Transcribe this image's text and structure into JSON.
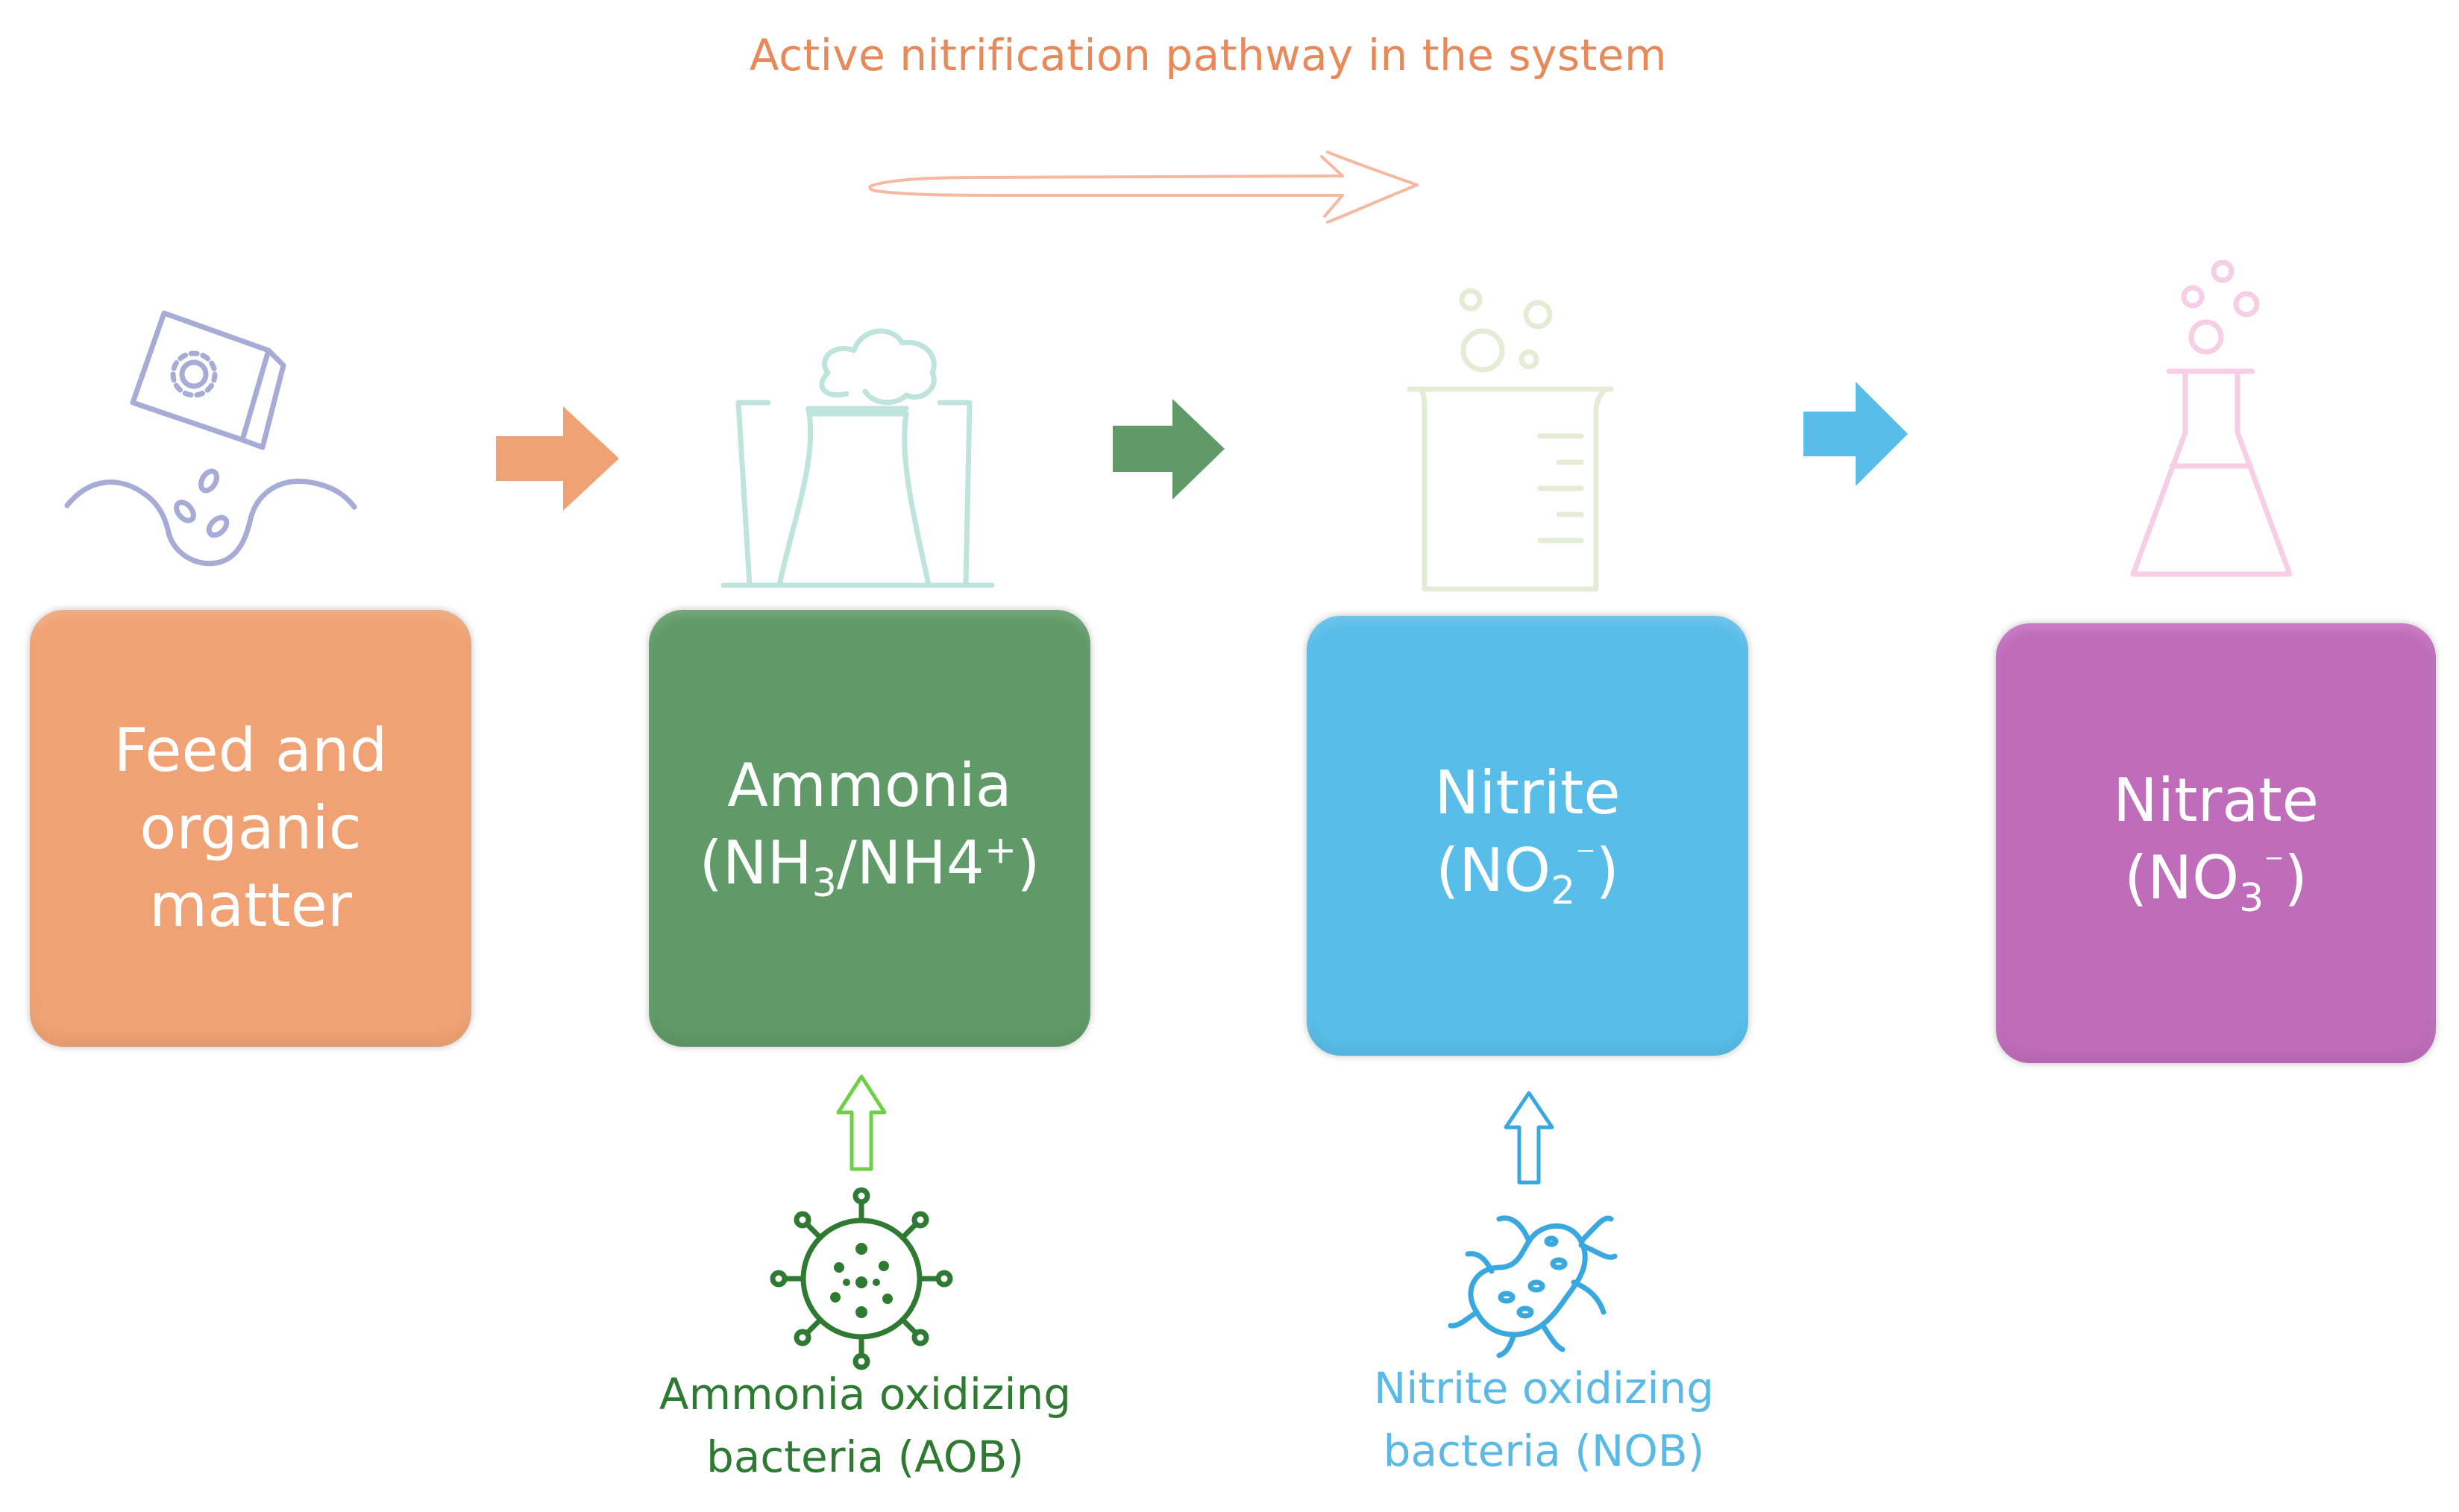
{
  "header": {
    "title": "Active nitrification pathway  in the system"
  },
  "stages": [
    {
      "id": "feed",
      "lines": [
        "Feed and",
        "organic",
        "matter"
      ],
      "color": "#f0a274",
      "icon": "feed-pouring-icon"
    },
    {
      "id": "ammonia",
      "name": "Ammonia",
      "formula_main": "(NH",
      "formula_sub": "3",
      "formula_mid": "/NH4",
      "formula_sup": "+",
      "formula_end": ")",
      "color": "#5f9a68",
      "icon": "factory-icon"
    },
    {
      "id": "nitrite",
      "name": "Nitrite",
      "formula_main": "(NO",
      "formula_sub": "2",
      "formula_sup": "⁻",
      "formula_end": ")",
      "color": "#58bde9",
      "icon": "beaker-icon"
    },
    {
      "id": "nitrate",
      "name": "Nitrate",
      "formula_main": "(NO",
      "formula_sub": "3",
      "formula_sup": "⁻",
      "formula_end": ")",
      "color": "#bf6cbb",
      "icon": "flask-icon"
    }
  ],
  "arrows": [
    {
      "from": "feed",
      "to": "ammonia",
      "color": "#f0a274"
    },
    {
      "from": "ammonia",
      "to": "nitrite",
      "color": "#5f9a68"
    },
    {
      "from": "nitrite",
      "to": "nitrate",
      "color": "#58bde9"
    }
  ],
  "bacteria": [
    {
      "id": "aob",
      "line1": "Ammonia oxidizing",
      "line2": "bacteria (AOB)",
      "color": "#2f7a32",
      "arrow_color": "#6fcf4a",
      "icon": "virus-icon"
    },
    {
      "id": "nob",
      "line1": "Nitrite oxidizing",
      "line2": "bacteria (NOB)",
      "color": "#5bb9e6",
      "arrow_color": "#39a8de",
      "icon": "bacterium-icon"
    }
  ],
  "colors": {
    "header_text": "#e8895a",
    "pathway_arrow": "#f4b9a0"
  }
}
